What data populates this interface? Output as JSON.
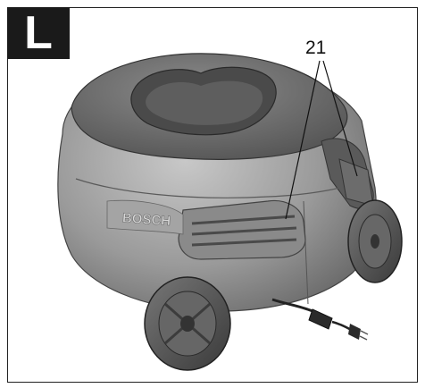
{
  "figure": {
    "tag": "L",
    "callout": "21",
    "brand": "BOSCH"
  }
}
